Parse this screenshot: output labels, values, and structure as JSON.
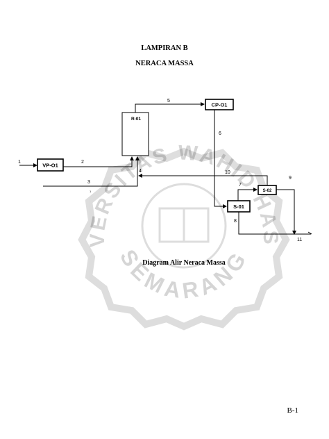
{
  "document": {
    "heading": "LAMPIRAN B",
    "subheading": "NERACA MASSA",
    "caption": "Diagram Alir Neraca Massa",
    "page_number": "B-1"
  },
  "equipment": {
    "vp": "VP-O1",
    "reactor": "R-01",
    "cp": "CP-O1",
    "s01": "S-01",
    "s02": "S-02"
  },
  "streams": {
    "s1": "1",
    "s2": "2",
    "s3": "3",
    "s3b": "1",
    "s4": "4",
    "s5": "5",
    "s6": "6",
    "s7": "7",
    "s8": "8",
    "s9": "9",
    "s10": "10",
    "s11": "11"
  },
  "watermark": {
    "top_text": "UNIVERSITAS WAHID HASYIM",
    "bottom_text": "SEMARANG"
  }
}
